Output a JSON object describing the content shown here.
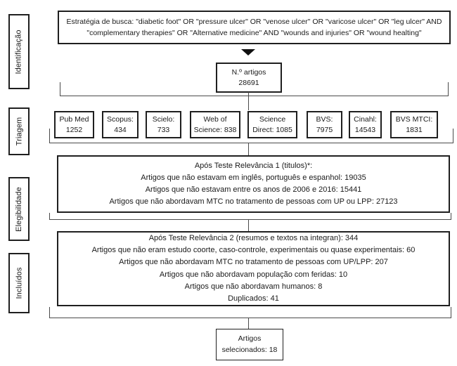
{
  "sidebar": {
    "stages": [
      "Identificação",
      "Triagem",
      "Elegibilidade",
      "Incluídos"
    ]
  },
  "search_strategy": {
    "line1": "Estratégia de busca: \"diabetic foot\" OR \"pressure ulcer\" OR \"venose ulcer\" OR \"varicose ulcer\" OR \"leg ulcer\" AND",
    "line2": "\"complementary therapies\" OR \"Alternative medicine\" AND \"wounds and injuries\" OR \"wound healting\""
  },
  "identification": {
    "total_box": {
      "line1": "N.º artigos",
      "line2": "28691"
    }
  },
  "screening": {
    "databases": [
      {
        "line1": "Pub Med",
        "line2": "1252"
      },
      {
        "line1": "Scopus:",
        "line2": "434"
      },
      {
        "line1": "Scielo:",
        "line2": "733"
      },
      {
        "line1": "Web of",
        "line2": "Science: 838"
      },
      {
        "line1": "Science",
        "line2": "Direct: 1085"
      },
      {
        "line1": "BVS:",
        "line2": "7975"
      },
      {
        "line1": "Cinahl:",
        "line2": "14543"
      },
      {
        "line1": "BVS MTCI:",
        "line2": "1831"
      }
    ]
  },
  "eligibility": {
    "lines": [
      "Após Teste Relevância 1 (titulos)*:",
      "Artigos que não estavam em inglês, português e espanhol: 19035",
      "Artigos que não estavam entre os anos de 2006 e 2016: 15441",
      "Artigos que não abordavam MTC no tratamento de pessoas com UP ou LPP: 27123"
    ]
  },
  "included": {
    "lines": [
      "Após Teste Relevância 2 (resumos e textos na integran): 344",
      "Artigos que não eram estudo coorte, caso-controle, experimentais ou quase experimentais: 60",
      "Artigos que não abordavam MTC no tratamento de pessoas com UP/LPP: 207",
      "Artigos que não abordavam população com feridas: 10",
      "Artigos que não abordavam humanos: 8",
      "Duplicados: 41"
    ]
  },
  "selected": {
    "line1": "Artigos",
    "line2": "selecionados: 18"
  },
  "colors": {
    "box_border": "#1f1f1f",
    "connector_line": "#4a4a4a",
    "text": "#1a1a1a",
    "background": "#ffffff"
  }
}
